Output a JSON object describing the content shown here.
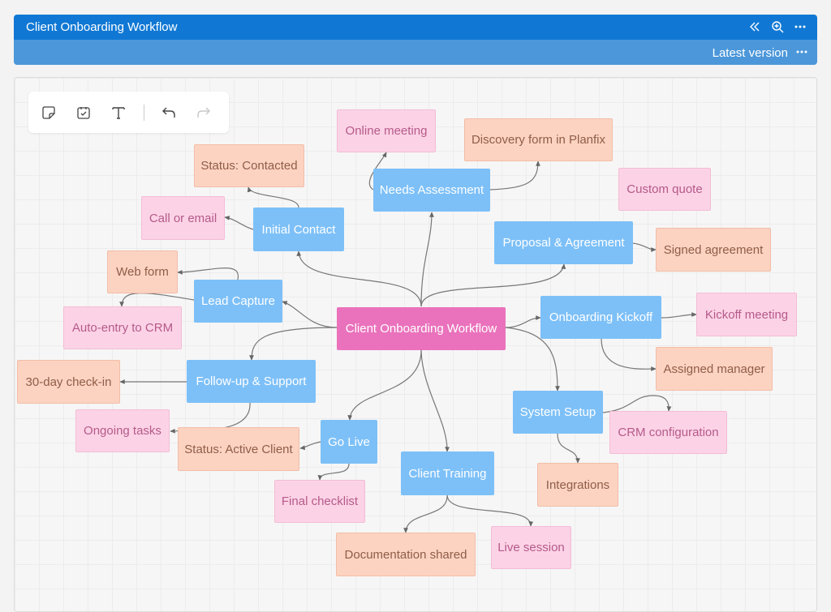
{
  "header": {
    "title": "Client Onboarding Workflow",
    "version_label": "Latest version"
  },
  "toolbar": {
    "tools": [
      "sticky-note-icon",
      "checklist-icon",
      "text-icon",
      "undo-icon",
      "redo-icon"
    ]
  },
  "colors": {
    "header": "#1078d4",
    "subheader": "#4b97da",
    "root_node": "#ea72bc",
    "topic_node": "#7dc0f8",
    "pink_note": "#fcd3e6",
    "peach_note": "#fcd3c1"
  },
  "diagram": {
    "root": "Client Onboarding Workflow",
    "topics": {
      "needs_assessment": "Needs Assessment",
      "initial_contact": "Initial Contact",
      "lead_capture": "Lead Capture",
      "followup_support": "Follow-up & Support",
      "go_live": "Go Live",
      "client_training": "Client Training",
      "system_setup": "System Setup",
      "onboarding_kickoff": "Onboarding Kickoff",
      "proposal_agreement": "Proposal & Agreement"
    },
    "notes": {
      "online_meeting": "Online meeting",
      "discovery_form": "Discovery form in Planfix",
      "custom_quote": "Custom quote",
      "status_contacted": "Status: Contacted",
      "call_or_email": "Call or email",
      "web_form": "Web form",
      "auto_entry_crm": "Auto-entry to CRM",
      "signed_agreement": "Signed agreement",
      "kickoff_meeting": "Kickoff meeting",
      "assigned_manager": "Assigned manager",
      "crm_configuration": "CRM configuration",
      "integrations": "Integrations",
      "day30_checkin": "30-day check-in",
      "ongoing_tasks": "Ongoing tasks",
      "status_active_client": "Status: Active Client",
      "final_checklist": "Final checklist",
      "documentation_shared": "Documentation shared",
      "live_session": "Live session"
    }
  }
}
